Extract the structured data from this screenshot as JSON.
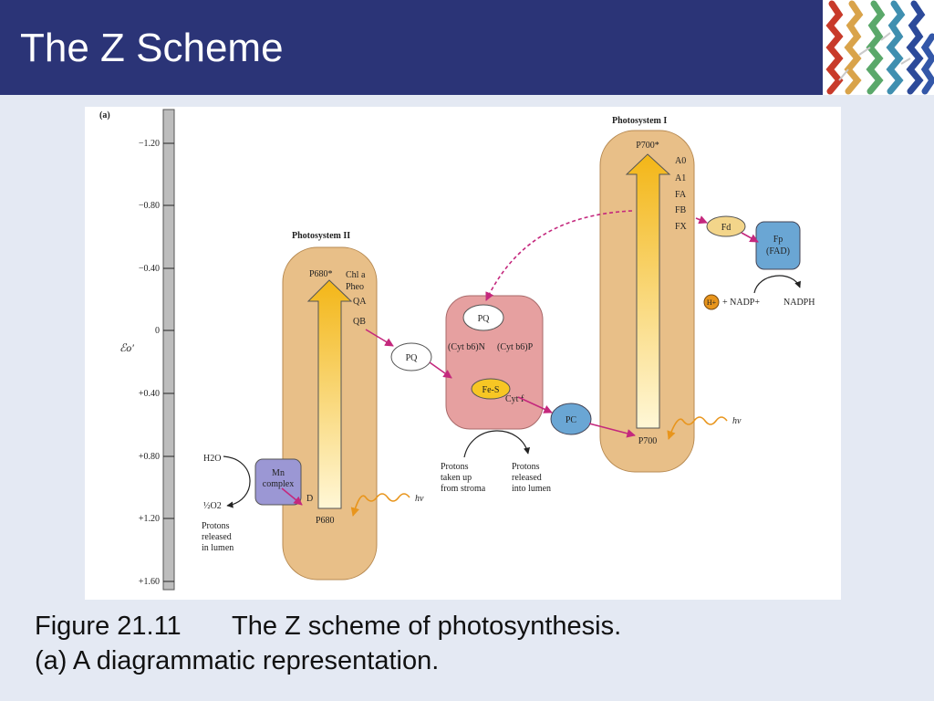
{
  "slide": {
    "title": "The Z Scheme",
    "header_color": "#2b3477",
    "background_color": "#e4e9f3"
  },
  "figure": {
    "panel_label": "(a)",
    "axis_label": "ℰo′",
    "axis_ticks": [
      "−1.20",
      "−0.80",
      "−0.40",
      "0",
      "+0.40",
      "+0.80",
      "+1.20",
      "+1.60"
    ],
    "photosystem_ii": {
      "title": "Photosystem II",
      "top_label": "P680*",
      "bottom_label": "P680",
      "donor_label": "D",
      "carriers": [
        "Chl a",
        "Pheo",
        "QA",
        "QB"
      ]
    },
    "photosystem_i": {
      "title": "Photosystem I",
      "top_label": "P700*",
      "bottom_label": "P700",
      "carriers": [
        "A0",
        "A1",
        "FA",
        "FB",
        "FX"
      ]
    },
    "cytochrome_complex": {
      "pq": "PQ",
      "cyt_bn": "(Cyt b6)N",
      "cyt_bp": "(Cyt b6)P",
      "fe_s": "Fe-S",
      "cyt_f": "Cyt f"
    },
    "mobile_carriers": {
      "pq": "PQ",
      "pc": "PC",
      "fd": "Fd"
    },
    "mn_complex": {
      "line1": "Mn",
      "line2": "complex"
    },
    "fp": {
      "line1": "Fp",
      "line2": "(FAD)"
    },
    "water": {
      "h2o": "H2O",
      "o2": "½O2"
    },
    "light": "hν",
    "nadp": {
      "h": "H+",
      "reaction": "+ NADP+",
      "product": "NADPH"
    },
    "protons_lumen_left": [
      "Protons",
      "released",
      "in lumen"
    ],
    "protons_stroma": [
      "Protons",
      "taken up",
      "from stroma"
    ],
    "protons_lumen_mid": [
      "Protons",
      "released",
      "into lumen"
    ],
    "colors": {
      "photosystem_fill": "#e8bf88",
      "cytochrome_fill": "#e6a0a0",
      "mn_complex_fill": "#9b97d4",
      "carrier_blue": "#6aa6d4",
      "fe_s_yellow": "#f7c624",
      "electron_path": "#c4287d"
    }
  },
  "caption": {
    "number": "Figure 21.11",
    "text": "The Z scheme of photosynthesis.",
    "line2": "(a) A diagrammatic representation."
  }
}
